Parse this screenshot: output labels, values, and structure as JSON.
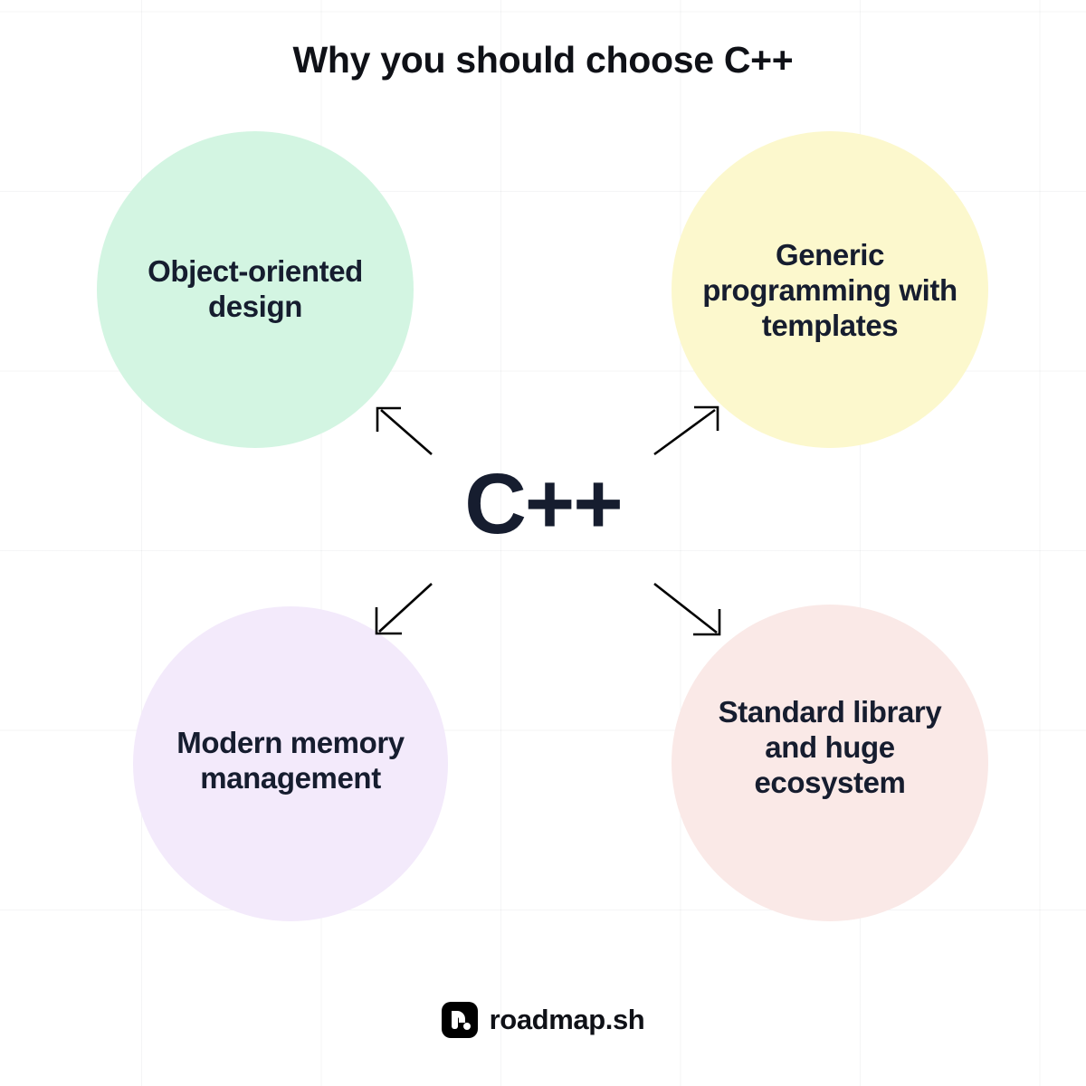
{
  "page": {
    "title": "Why you should choose C++",
    "background_color": "#ffffff",
    "text_color": "#161d2f"
  },
  "center": {
    "label": "C++",
    "color": "#161d2f"
  },
  "bubbles": [
    {
      "id": "object-oriented-design",
      "label": "Object-oriented\ndesign",
      "color": "#d3f5e2",
      "position": "top-left"
    },
    {
      "id": "generic-programming-with-templates",
      "label": "Generic\nprogramming with\ntemplates",
      "color": "#fcf8cd",
      "position": "top-right"
    },
    {
      "id": "modern-memory-management",
      "label": "Modern memory\nmanagement",
      "color": "#f3eafb",
      "position": "bottom-left"
    },
    {
      "id": "standard-library-and-huge-ecosystem",
      "label": "Standard library\nand huge\necosystem",
      "color": "#fae9e7",
      "position": "bottom-right"
    }
  ],
  "arrows": [
    {
      "id": "arrow-to-object-oriented-design",
      "direction": "up-left"
    },
    {
      "id": "arrow-to-generic-programming",
      "direction": "up-right"
    },
    {
      "id": "arrow-to-modern-memory-management",
      "direction": "down-left"
    },
    {
      "id": "arrow-to-standard-library",
      "direction": "down-right"
    }
  ],
  "footer": {
    "brand_name": "roadmap.sh",
    "mark_icon": "roadmap-logo-icon",
    "mark_color": "#000000"
  }
}
